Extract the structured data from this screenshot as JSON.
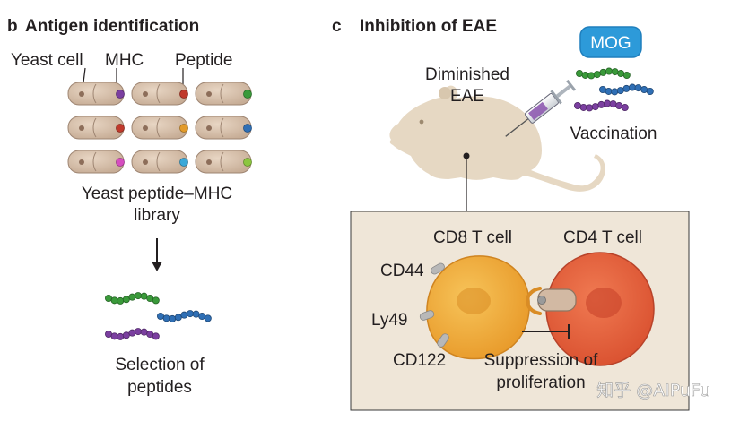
{
  "panel_b": {
    "letter": "b",
    "title": "Antigen identification",
    "labels": {
      "yeast_cell": "Yeast cell",
      "mhc": "MHC",
      "peptide": "Peptide"
    },
    "library_line1": "Yeast peptide–MHC",
    "library_line2": "library",
    "selection_line1": "Selection of",
    "selection_line2": "peptides",
    "library_peptide_colors": [
      "#7b3fa0",
      "#c0392b",
      "#3a9a3a",
      "#c0392b",
      "#e39b2b",
      "#2f6fb5",
      "#d64ec0",
      "#3aa8d8",
      "#8cc63f"
    ]
  },
  "panel_c": {
    "letter": "c",
    "title": "Inhibition of EAE",
    "mouse_line1": "Diminished",
    "mouse_line2": "EAE",
    "mog": "MOG",
    "vaccination": "Vaccination",
    "cd8": "CD8 T cell",
    "cd4": "CD4 T cell",
    "markers": [
      "CD44",
      "Ly49",
      "CD122"
    ],
    "suppression_line1": "Suppression of",
    "suppression_line2": "proliferation"
  },
  "watermark": "知乎 @AIPuFu",
  "colors": {
    "mouse": "#e6d8c3",
    "inset_bg": "#efe6d8",
    "cd8_cell": "#f2a93b",
    "cd4_cell": "#e8643f",
    "yeast": "#d9c3ae",
    "mog_badge": "#2d9ad9",
    "peptide_green": "#3a9a3a",
    "peptide_blue": "#2f6fb5",
    "peptide_purple": "#7b3fa0"
  }
}
